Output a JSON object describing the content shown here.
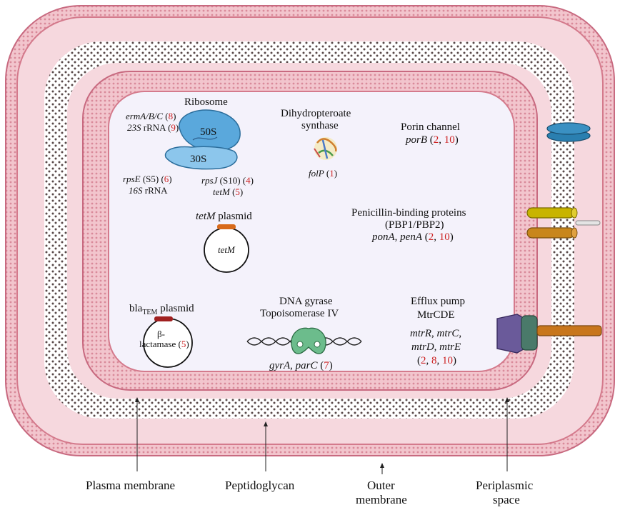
{
  "ribosome": {
    "title": "Ribosome",
    "large_subunit": "50S",
    "small_subunit": "30S",
    "erm_gene": "ermA/B/C",
    "erm_ref": "8",
    "rrna23_gene": "23S",
    "rrna23_text": "rRNA",
    "rrna23_ref": "9",
    "rpsE_gene": "rpsE",
    "rpsE_text": "(S5)",
    "rpsE_ref": "6",
    "rrna16_gene": "16S",
    "rrna16_text": "rRNA",
    "rpsJ_gene": "rpsJ",
    "rpsJ_text": "(S10)",
    "rpsJ_ref": "4",
    "tetM_gene": "tetM",
    "tetM_ref": "5"
  },
  "dhps": {
    "title_line1": "Dihydropteroate",
    "title_line2": "synthase",
    "gene": "folP",
    "ref": "1"
  },
  "porin": {
    "title": "Porin channel",
    "gene": "porB",
    "ref1": "2",
    "ref2": "10"
  },
  "tetm_plasmid": {
    "gene": "tetM",
    "title": "plasmid",
    "inner": "tetM"
  },
  "pbp": {
    "title": "Penicillin-binding proteins",
    "subtitle": "(PBP1/PBP2)",
    "gene1": "ponA",
    "gene2": "penA",
    "ref1": "2",
    "ref2": "10"
  },
  "bla_plasmid": {
    "prefix": "bla",
    "subscript": "TEM",
    "title": "plasmid",
    "inner_line1": "β-",
    "inner_line2": "lactamase",
    "ref": "5"
  },
  "gyrase": {
    "title_line1": "DNA gyrase",
    "title_line2": "Topoisomerase IV",
    "gene1": "gyrA",
    "gene2": "parC",
    "ref": "7"
  },
  "efflux": {
    "title_line1": "Efflux pump",
    "title_line2": "MtrCDE",
    "gene1": "mtrR",
    "gene2": "mtrC",
    "gene3": "mtrD",
    "gene4": "mtrE",
    "ref1": "2",
    "ref2": "8",
    "ref3": "10"
  },
  "bottom_labels": {
    "plasma_membrane": "Plasma membrane",
    "peptidoglycan": "Peptidoglycan",
    "outer_membrane_line1": "Outer",
    "outer_membrane_line2": "membrane",
    "periplasmic_line1": "Periplasmic",
    "periplasmic_line2": "space"
  },
  "colors": {
    "membrane": "#f2c5cd",
    "membrane_edge": "#d47a8c",
    "cytoplasm": "#f4f2fb",
    "reference": "#cc2222",
    "ribosome": "#4a9bd4",
    "porin": "#2a7fb0",
    "pbp_yellow": "#c8b400",
    "pbp_orange": "#c8861c",
    "efflux_purple": "#6a5a9a",
    "efflux_green": "#4a7a6a",
    "gyrase": "#6cbc8c",
    "plasmid_tetM_marker": "#d86a1a",
    "plasmid_bla_marker": "#a02020"
  }
}
